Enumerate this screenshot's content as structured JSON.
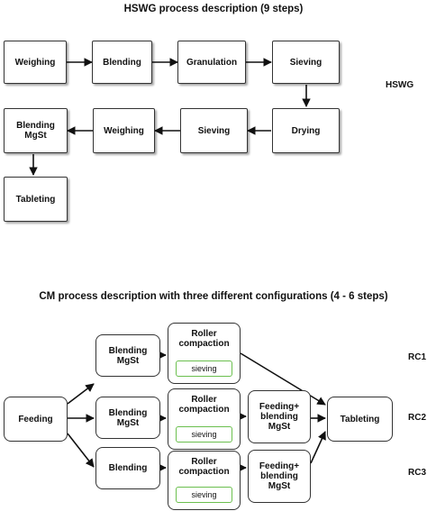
{
  "hswg": {
    "title": "HSWG process description (9 steps)",
    "side_label": "HSWG",
    "steps": {
      "weighing1": "Weighing",
      "blending": "Blending",
      "granulation": "Granulation",
      "sieving1": "Sieving",
      "drying": "Drying",
      "sieving2": "Sieving",
      "weighing2": "Weighing",
      "blending_mgst": "Blending\nMgSt",
      "tableting": "Tableting"
    }
  },
  "cm": {
    "title": "CM process description with three different configurations (4 - 6 steps)",
    "feeding": "Feeding",
    "tableting": "Tableting",
    "rc1": {
      "label": "RC1",
      "blend": "Blending\nMgSt",
      "roller": "Roller\ncompaction",
      "sieving": "sieving"
    },
    "rc2": {
      "label": "RC2",
      "blend": "Blending\nMgSt",
      "roller": "Roller\ncompaction",
      "sieving": "sieving",
      "feed_blend": "Feeding+\nblending\nMgSt"
    },
    "rc3": {
      "label": "RC3",
      "blend": "Blending",
      "roller": "Roller\ncompaction",
      "sieving": "sieving",
      "feed_blend": "Feeding+\nblending\nMgSt"
    }
  },
  "colors": {
    "sieving_border": "#6bbf4e",
    "box_border": "#333333"
  }
}
